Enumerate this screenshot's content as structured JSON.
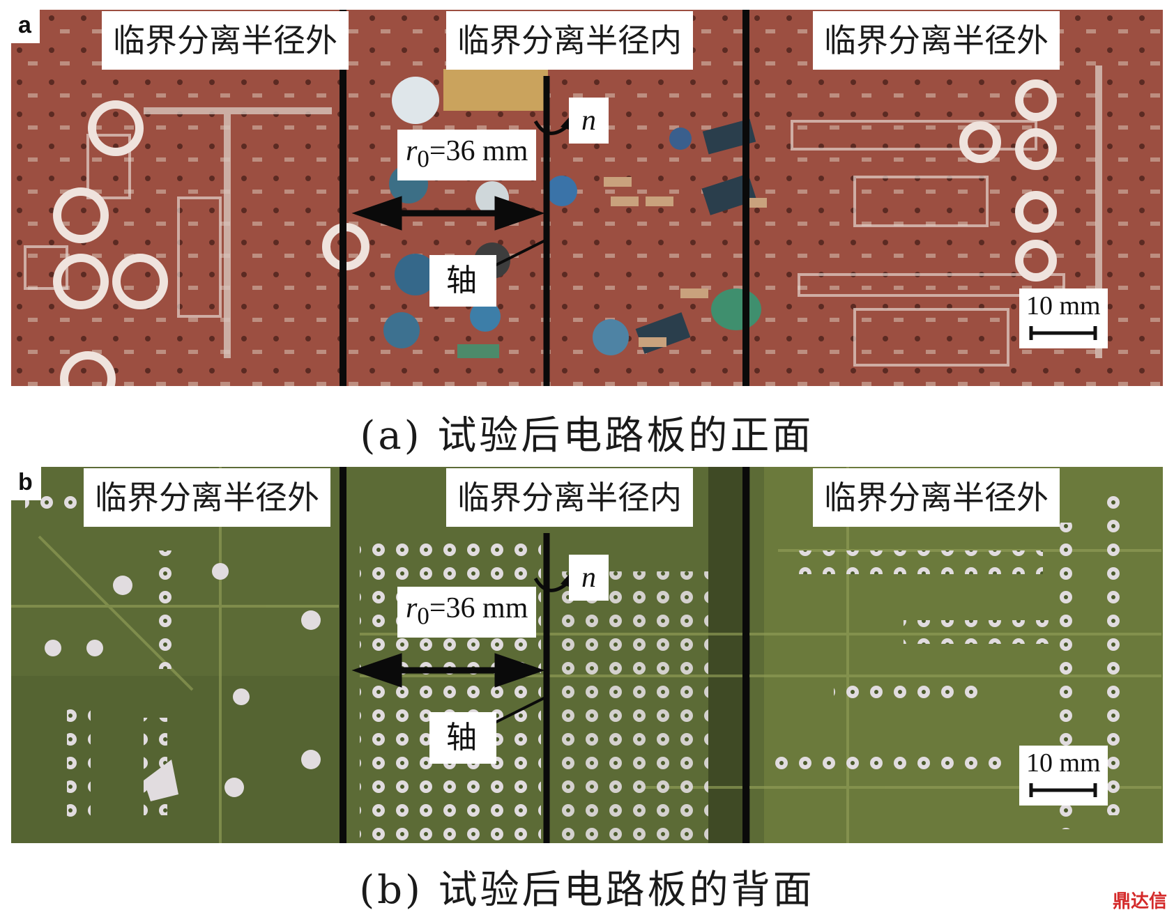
{
  "panel_a": {
    "letter": "a",
    "label_left": "临界分离半径外",
    "label_center": "临界分离半径内",
    "label_right": "临界分离半径外",
    "n_label": "n",
    "radius_symbol": "r",
    "radius_subscript": "0",
    "radius_value": "=36 mm",
    "axis_label": "轴",
    "scale_label": "10 mm",
    "caption": "(a) 试验后电路板的正面",
    "board_color": "#9c4f41"
  },
  "panel_b": {
    "letter": "b",
    "label_left": "临界分离半径外",
    "label_center": "临界分离半径内",
    "label_right": "临界分离半径外",
    "n_label": "n",
    "radius_symbol": "r",
    "radius_subscript": "0",
    "radius_value": "=36 mm",
    "axis_label": "轴",
    "scale_label": "10 mm",
    "caption": "(b) 试验后电路板的背面",
    "board_color": "#5c6b36"
  },
  "watermark": "鼎达信"
}
